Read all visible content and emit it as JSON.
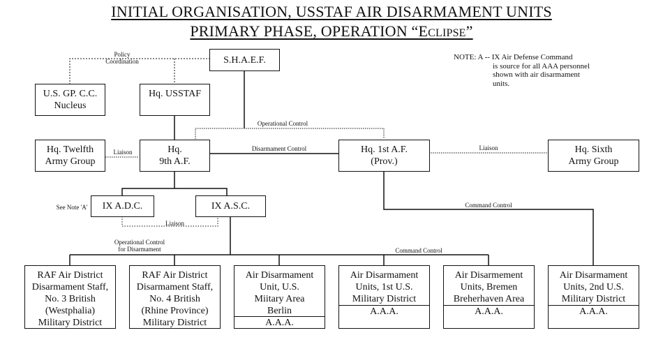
{
  "title": {
    "line1": "INITIAL ORGANISATION, USSTAF AIR DISARMAMENT UNITS",
    "line2_prefix": "PRIMARY PHASE, OPERATION “",
    "line2_smallcaps_first": "E",
    "line2_smallcaps_rest": "CLIPSE",
    "line2_suffix": "”"
  },
  "note": {
    "prefix": "NOTE: A -- IX Air Defense Command",
    "lines": [
      "is source for all AAA personnel",
      "shown with air disarmament",
      "units."
    ]
  },
  "nodes": {
    "shaef": "S.H.A.E.F.",
    "usgpcc": "U.S. GP. C.C.\nNucleus",
    "usstaf": "Hq. USSTAF",
    "twelfth": "Hq. Twelfth\nArmy Group",
    "ninth": "Hq.\n9th A.F.",
    "first": "Hq. 1st A.F.\n(Prov.)",
    "sixth": "Hq. Sixth\nArmy Group",
    "ixadc": "IX A.D.C.",
    "ixasc": "IX A.S.C."
  },
  "units": [
    {
      "name": "RAF Air District\nDisarmament Staff,\nNo. 3 British\n(Westphalia)\nMilitary District",
      "sub": null
    },
    {
      "name": "RAF Air District\nDisarmament Staff,\nNo. 4 British\n(Rhine Province)\nMilitary District",
      "sub": null
    },
    {
      "name": "Air Disarmament\nUnit, U.S.\nMiitary Area\nBerlin",
      "sub": "A.A.A."
    },
    {
      "name": "Air Disarmament\nUnits, 1st U.S.\nMilitary District",
      "sub": "A.A.A."
    },
    {
      "name": "Air Disarmement\nUnits, Bremen\nBreherhaven Area",
      "sub": "A.A.A."
    },
    {
      "name": "Air Disarmament\nUnits, 2nd U.S.\nMilitary District",
      "sub": "A.A.A."
    }
  ],
  "labels": {
    "policy": "Policy\nCoordination",
    "operational": "Operational Control",
    "disarmament": "Disarmament Control",
    "liaison_left": "Liaison",
    "liaison_right": "Liaison",
    "command_right": "Command Control",
    "see_note": "See Note 'A'",
    "liaison_ix": "Liaison",
    "op_disarm": "Operational Control\nfor Disarmament",
    "command_bottom": "Command Control"
  }
}
